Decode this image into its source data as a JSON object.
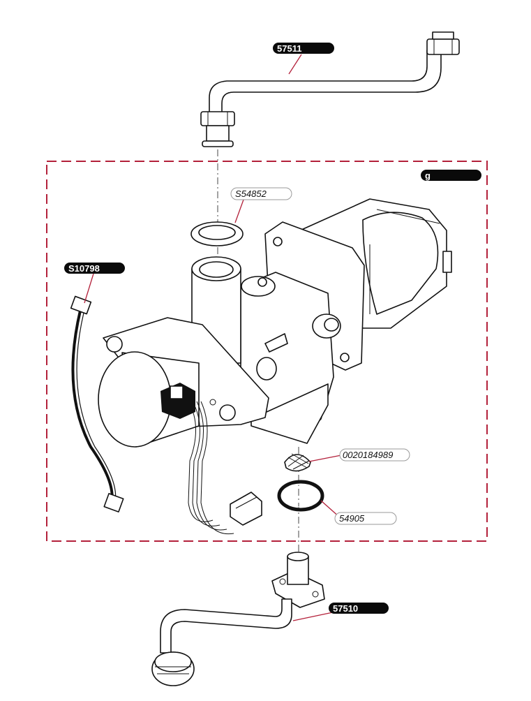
{
  "callouts": {
    "part_57511": "57511",
    "part_s54852": "S54852",
    "part_s10798": "S10798",
    "part_0020184989": "0020184989",
    "part_54905": "54905",
    "part_57510": "57510",
    "group": "g"
  },
  "colors": {
    "group_border": "#b3203a",
    "leader": "#b3203a",
    "label_fill": "#0a0a0a"
  }
}
